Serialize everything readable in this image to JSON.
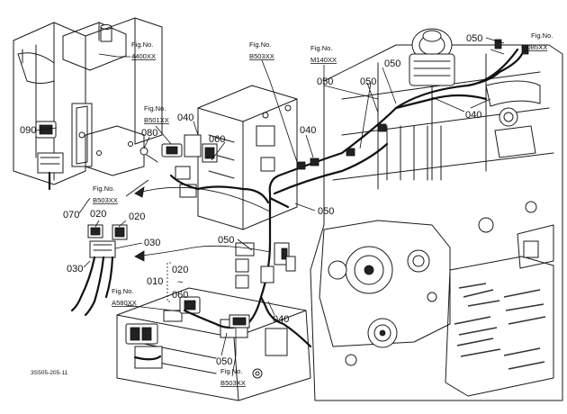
{
  "figure_refs": [
    {
      "id": "fig-4400",
      "title": "Fig.No.",
      "code": "4400XX"
    },
    {
      "id": "fig-b503-top",
      "title": "Fig.No.",
      "code": "B503XX"
    },
    {
      "id": "fig-m140",
      "title": "Fig.No.",
      "code": "M140XX"
    },
    {
      "id": "fig-u085",
      "title": "Fig.No.",
      "code": "U085XX"
    },
    {
      "id": "fig-b501",
      "title": "Fig.No.",
      "code": "B501XX"
    },
    {
      "id": "fig-b503-left",
      "title": "Fig.No.",
      "code": "B503XX"
    },
    {
      "id": "fig-a580",
      "title": "Fig.No.",
      "code": "A580XX"
    },
    {
      "id": "fig-b503-bottom",
      "title": "Fig.No.",
      "code": "B503XX"
    }
  ],
  "part_labels": {
    "p050_top_right": "050",
    "p050_m140": "050",
    "p050_mid_upper": "050",
    "p050_center": "050",
    "p040_top_right": "040",
    "p040_upper_left": "040",
    "p040_center": "040",
    "p090": "090",
    "p080": "080",
    "p060_upper": "060",
    "p050_right_of_frame": "050",
    "p070": "070",
    "p020_a": "020",
    "p020_b": "020",
    "p030_right": "030",
    "p050_lower_left": "050",
    "p030_left": "030",
    "p010": "010",
    "p020_range_start": "020",
    "p_range_tilde": "~",
    "p060_range_end": "060",
    "p040_lower": "040",
    "p050_bottom": "050"
  },
  "drawing_code": "3S505-205-11"
}
